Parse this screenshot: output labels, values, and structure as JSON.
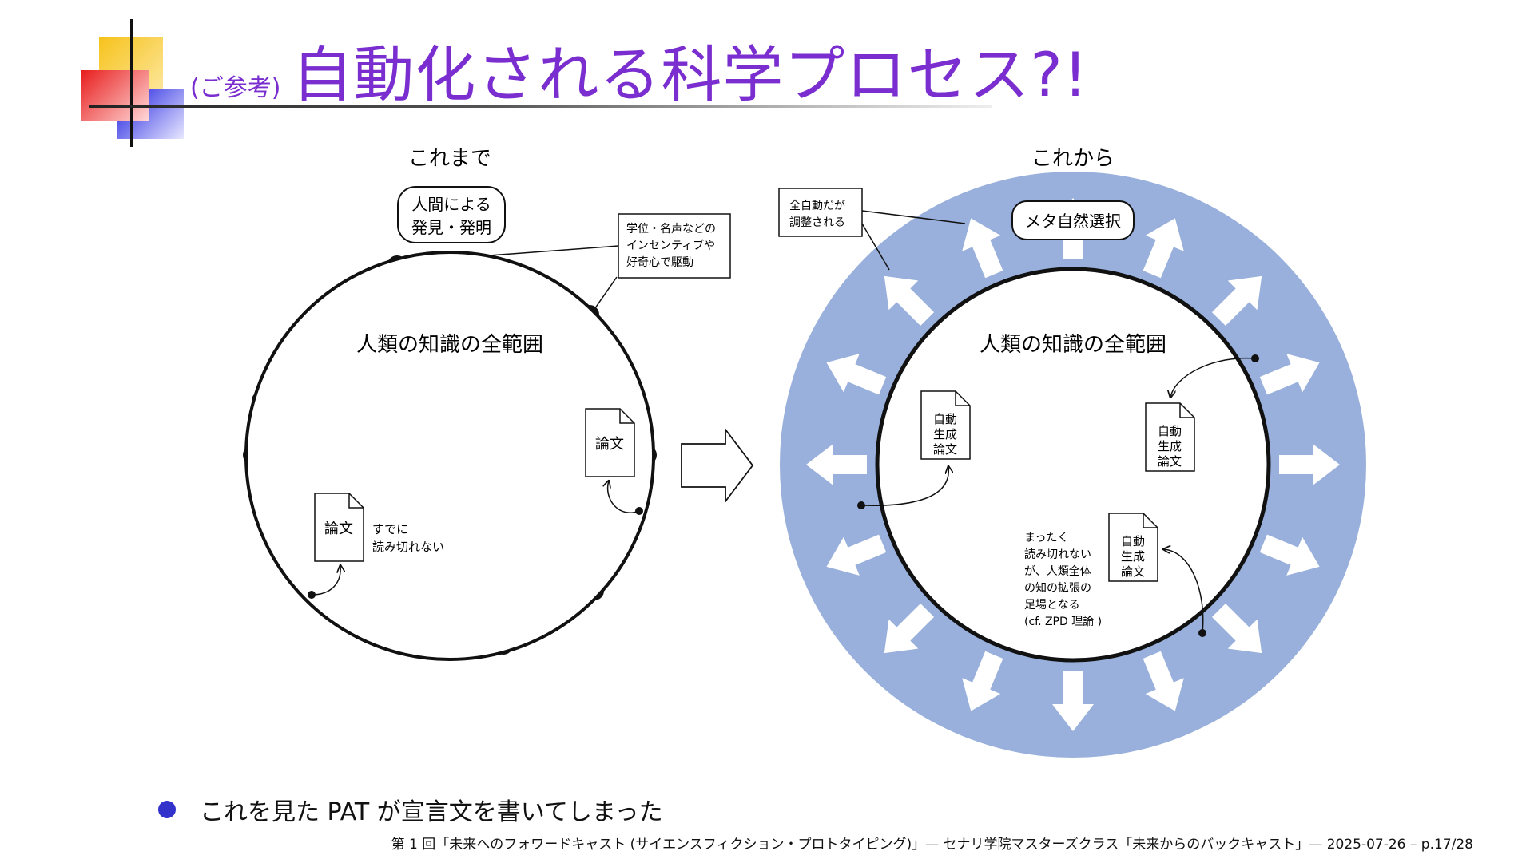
{
  "title": {
    "prefix": "(ご参考)",
    "main": "自動化される科学プロセス?!"
  },
  "left": {
    "heading": "これまで",
    "discovery_label": [
      "人間による",
      "発見・発明"
    ],
    "incentive_note": [
      "学位・名声などの",
      "インセンティブや",
      "好奇心で駆動"
    ],
    "circle_label": "人類の知識の全範囲",
    "paper_label": "論文",
    "unread_note": [
      "すでに",
      "読み切れない"
    ]
  },
  "right": {
    "heading": "これから",
    "auto_note": [
      "全自動だが",
      "調整される"
    ],
    "meta_label": "メタ自然選択",
    "circle_label": "人類の知識の全範囲",
    "auto_paper_label": [
      "自動",
      "生成",
      "論文"
    ],
    "zpd_note": [
      "まったく",
      "読み切れない",
      "が、人類全体",
      "の知の拡張の",
      "足場となる",
      "(cf. ZPD 理論 )"
    ]
  },
  "bullet": "これを見た PAT が宣言文を書いてしまった",
  "footer": "第 1 回「未来へのフォワードキャスト (サイエンスフィクション・プロトタイピング)」— セナリ学院マスターズクラス「未来からのバックキャスト」— 2025-07-26 – p.17/28",
  "colors": {
    "title": "#7a2ecf",
    "ring": "#98b0db",
    "bullet": "#3333cc"
  }
}
